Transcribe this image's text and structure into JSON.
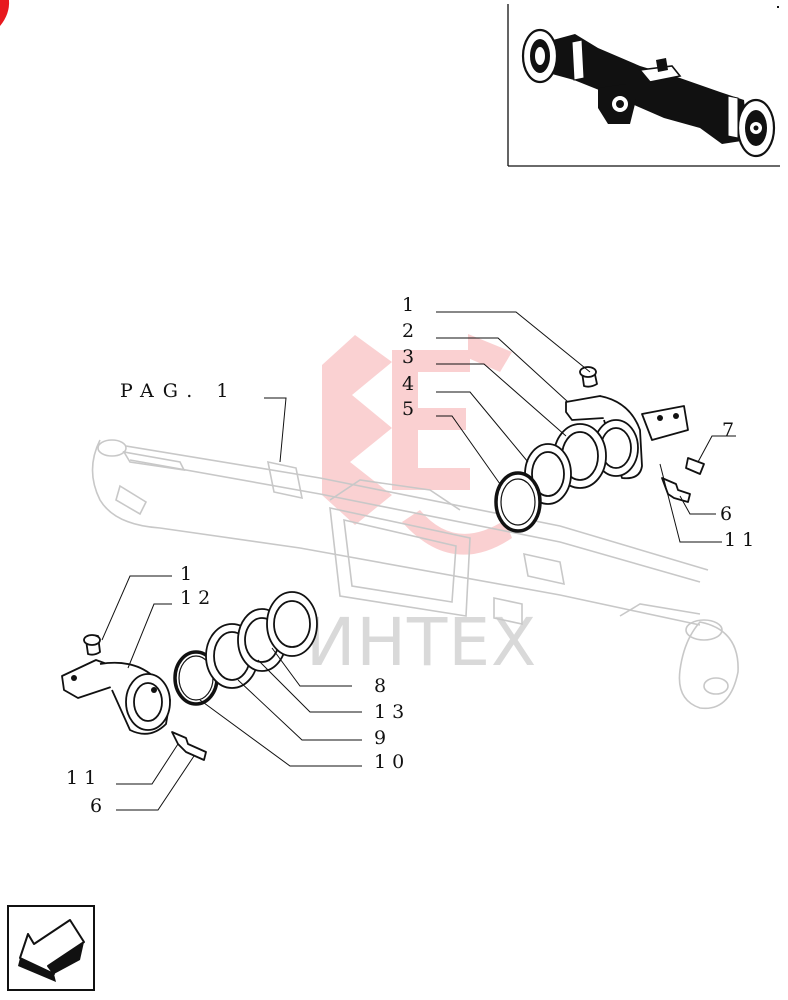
{
  "diagram": {
    "reference_label": "PAG. 1",
    "watermark_text": "ИНТЕХ",
    "upper_callouts": [
      {
        "id": "u1",
        "label": "1"
      },
      {
        "id": "u2",
        "label": "2"
      },
      {
        "id": "u3",
        "label": "3"
      },
      {
        "id": "u4",
        "label": "4"
      },
      {
        "id": "u5",
        "label": "5"
      },
      {
        "id": "u7",
        "label": "7"
      },
      {
        "id": "u6",
        "label": "6"
      },
      {
        "id": "u11",
        "label": "11"
      }
    ],
    "lower_callouts": [
      {
        "id": "l1",
        "label": "1"
      },
      {
        "id": "l12",
        "label": "12"
      },
      {
        "id": "l8",
        "label": "8"
      },
      {
        "id": "l13",
        "label": "13"
      },
      {
        "id": "l9",
        "label": "9"
      },
      {
        "id": "l10",
        "label": "10"
      },
      {
        "id": "l11",
        "label": "11"
      },
      {
        "id": "l6",
        "label": "6"
      }
    ]
  },
  "thumbnail": {
    "icon": "axle-assembly-thumbnail"
  },
  "navigation": {
    "icon": "arrow-previous-icon"
  },
  "colors": {
    "watermark": "#e8191e",
    "ink": "#111111",
    "ghost": "#c8c8c8"
  }
}
